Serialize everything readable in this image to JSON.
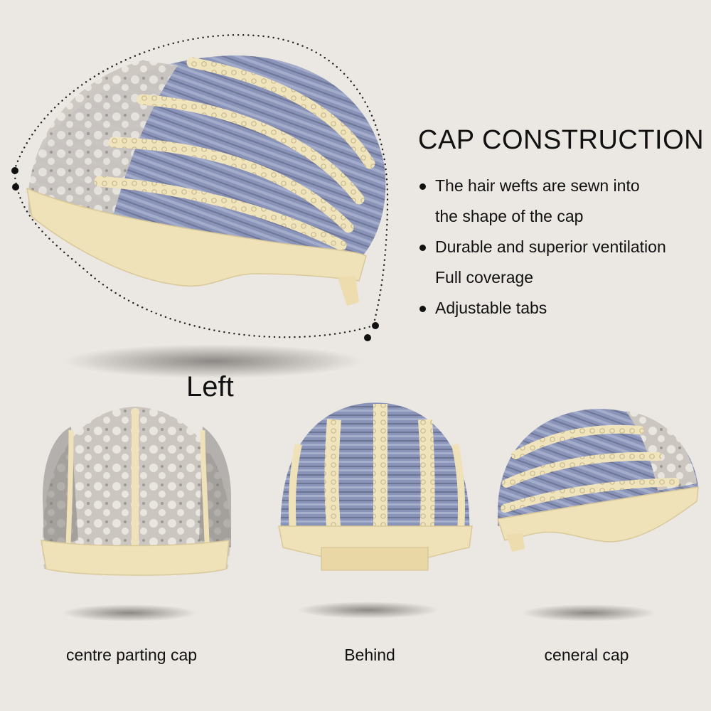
{
  "heading": "CAP CONSTRUCTION",
  "bullets": [
    {
      "lines": [
        "The hair wefts are sewn into",
        "the shape of the cap"
      ]
    },
    {
      "lines": [
        "Durable and superior ventilation",
        "Full coverage"
      ]
    },
    {
      "lines": [
        "Adjustable tabs"
      ]
    }
  ],
  "left_label": "Left",
  "caps": [
    {
      "label": "centre parting cap"
    },
    {
      "label": "Behind"
    },
    {
      "label": "ceneral cap"
    }
  ],
  "colors": {
    "background": "#ebe7e2",
    "cap_beige": "#efe2b8",
    "hair_blue": "#8a93b8",
    "lace_gray": "#cfcac5",
    "text": "#111111"
  }
}
